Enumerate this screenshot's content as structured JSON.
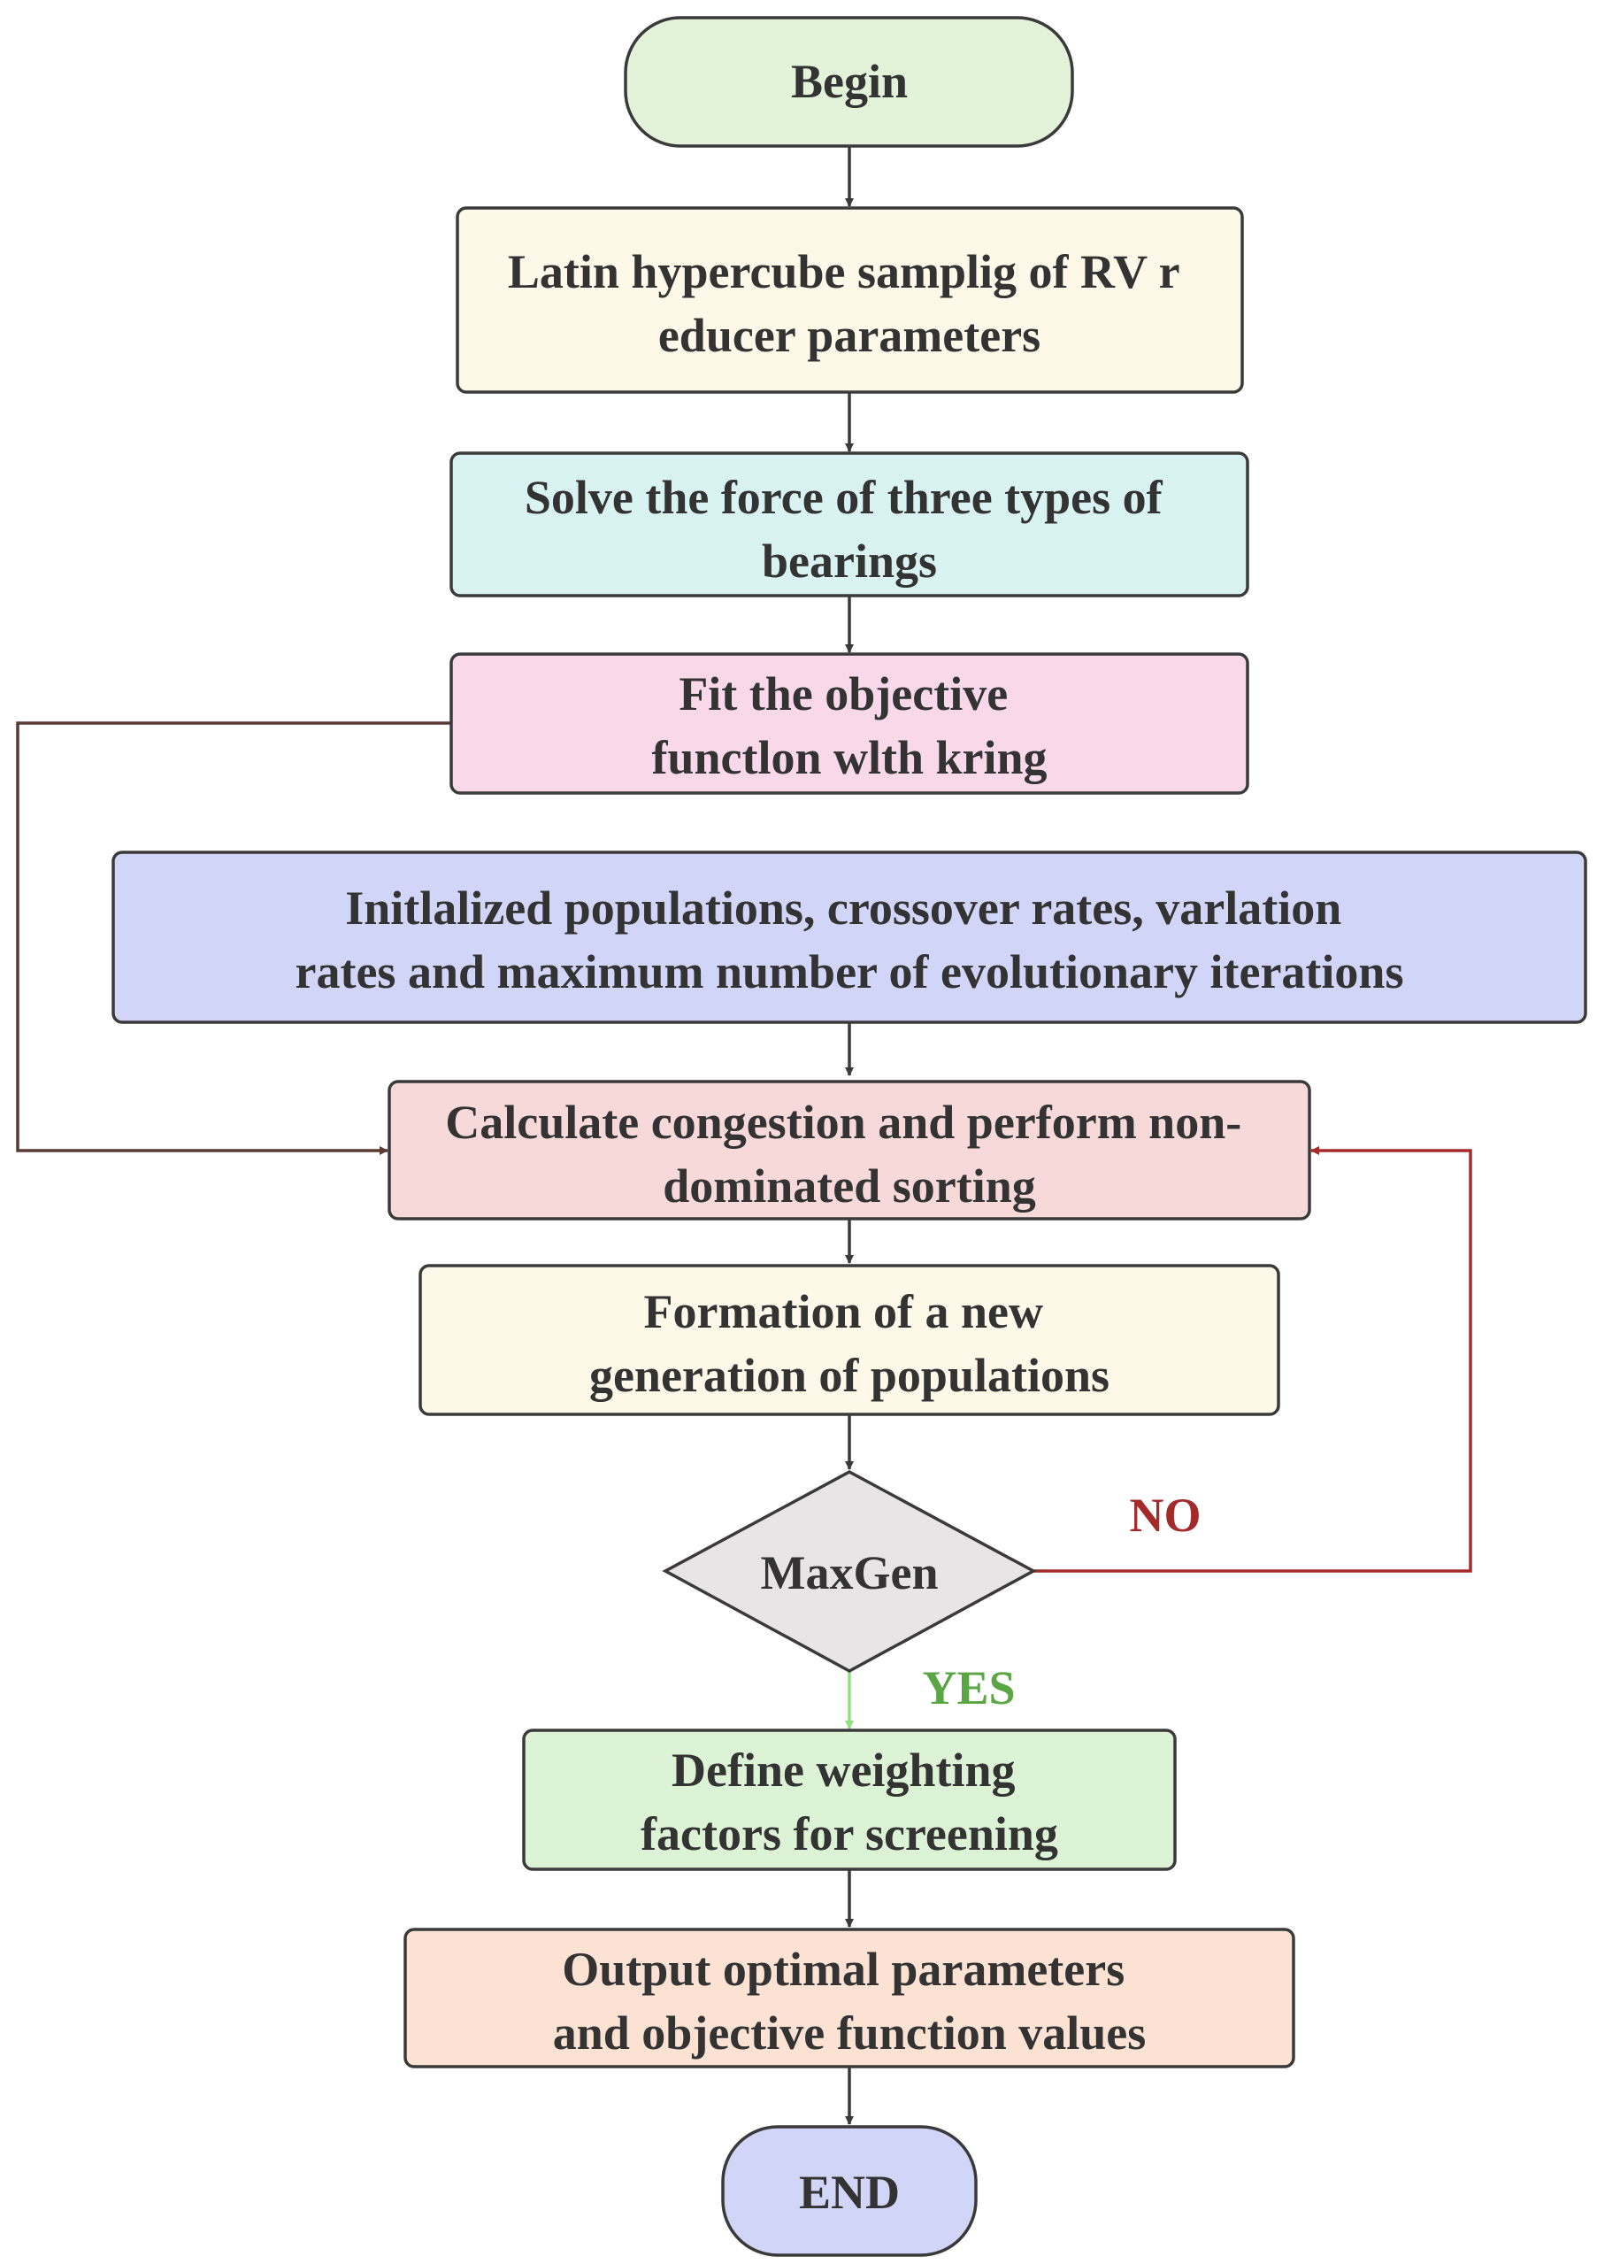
{
  "nodes": {
    "begin": {
      "lines": [
        "Begin"
      ],
      "fill": "#e2f3d9"
    },
    "latin_hypercube": {
      "lines": [
        "Latin hypercube samplig of RV r",
        "educer parameters"
      ],
      "fill": "#fdf8e8"
    },
    "solve_force": {
      "lines": [
        "Solve the force of three types of",
        "bearings"
      ],
      "fill": "#d9f3f3"
    },
    "fit_objective": {
      "lines": [
        "Fit the objective",
        "functlon wlth kring"
      ],
      "fill": "#f9d8ea"
    },
    "initialize": {
      "lines": [
        "Initlalized populations, crossover rates, varlation",
        "rates and maximum number of evolutionary iterations"
      ],
      "fill": "#d1d5f7"
    },
    "calculate": {
      "lines": [
        "Calculate congestion and perform non-",
        "dominated sorting"
      ],
      "fill": "#f7d9d9"
    },
    "formation": {
      "lines": [
        "Formation of a new",
        "generation of populations"
      ],
      "fill": "#fdf8e8"
    },
    "maxgen": {
      "lines": [
        "MaxGen"
      ],
      "fill": "#e8e5e7"
    },
    "define_weights": {
      "lines": [
        "Define weighting",
        "factors for screening"
      ],
      "fill": "#ddf3d6"
    },
    "output": {
      "lines": [
        "Output optimal parameters",
        "and objective function values"
      ],
      "fill": "#fbe2d3"
    },
    "end": {
      "lines": [
        "END"
      ],
      "fill": "#d1d5f7"
    }
  },
  "branches": {
    "no": {
      "label": "NO",
      "color": "#a52a2a"
    },
    "yes": {
      "label": "YES",
      "color": "#5aa544"
    }
  },
  "colors": {
    "line": "#3a3a3a",
    "feedback_line": "#5a3a34",
    "yes_arrow": "#90e080"
  }
}
